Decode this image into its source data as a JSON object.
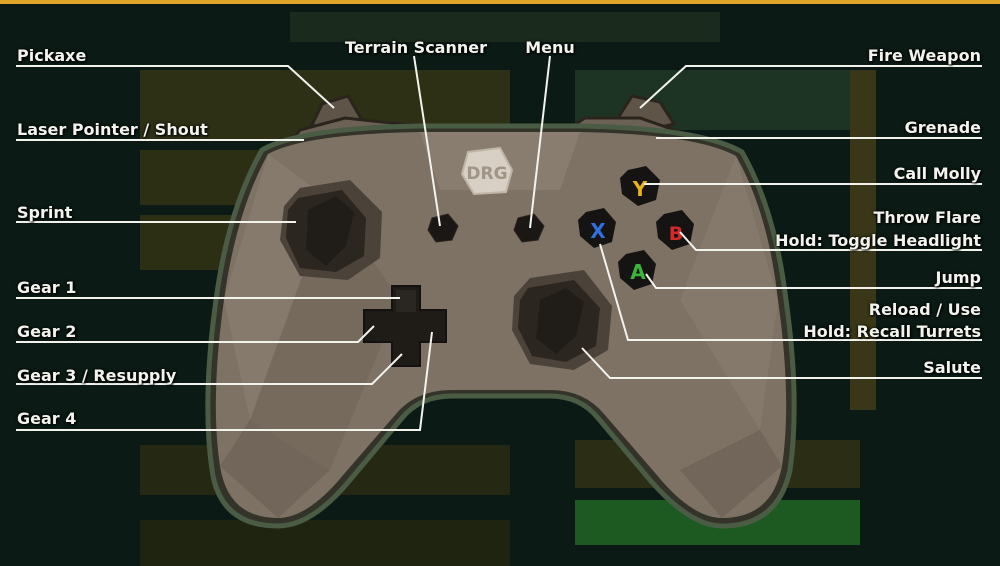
{
  "controller": {
    "logo": "DRG",
    "buttons": {
      "y": "Y",
      "b": "B",
      "x": "X",
      "a": "A"
    }
  },
  "labels": {
    "pickaxe": "Pickaxe",
    "laser_pointer": "Laser Pointer / Shout",
    "sprint": "Sprint",
    "gear1": "Gear 1",
    "gear2": "Gear 2",
    "gear3": "Gear 3 / Resupply",
    "gear4": "Gear 4",
    "terrain_scanner": "Terrain Scanner",
    "menu": "Menu",
    "fire_weapon": "Fire Weapon",
    "grenade": "Grenade",
    "call_molly": "Call Molly",
    "throw_flare": "Throw Flare",
    "toggle_headlight": "Hold: Toggle Headlight",
    "jump": "Jump",
    "reload": "Reload / Use",
    "recall_turrets": "Hold: Recall Turrets",
    "salute": "Salute"
  },
  "colors": {
    "accent": "#e2a329",
    "controller_body": "#7e7264",
    "button_y": "#e7b21a",
    "button_b": "#d42a2a",
    "button_x": "#2f6fe0",
    "button_a": "#3bb53b"
  }
}
